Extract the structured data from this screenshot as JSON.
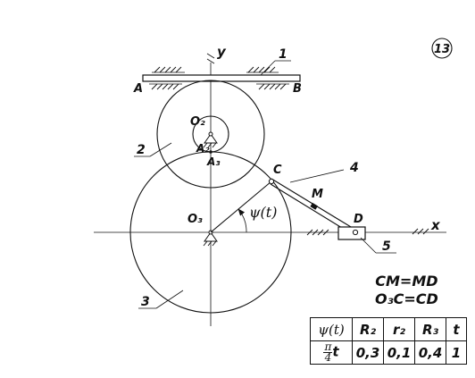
{
  "problem_number": "13",
  "labels": {
    "axis_y": "y",
    "axis_x": "x",
    "point_A": "A",
    "point_B": "B",
    "center_O2": "O₂",
    "center_O3": "O₃",
    "point_A2": "A₂",
    "point_A3": "A₃",
    "point_C": "C",
    "point_D": "D",
    "point_M": "M",
    "angle": "ψ(t)",
    "part_1": "1",
    "part_2": "2",
    "part_3": "3",
    "part_4": "4",
    "part_5": "5"
  },
  "conditions": {
    "line1": "CM=MD",
    "line2": "O₃C=CD"
  },
  "table": {
    "headers": [
      "ψ(t)",
      "R₂",
      "r₂",
      "R₃",
      "t"
    ],
    "psi_num": "π",
    "psi_den": "4",
    "psi_var": "t",
    "values": [
      "0,3",
      "0,1",
      "0,4",
      "1"
    ]
  }
}
